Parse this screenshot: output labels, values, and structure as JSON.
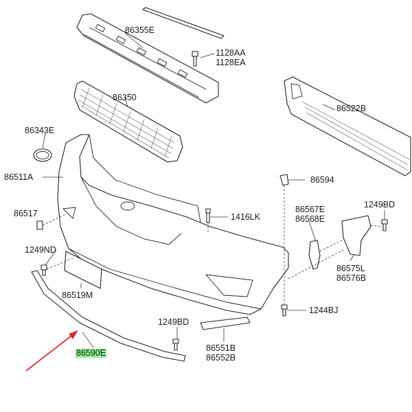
{
  "labels": {
    "p86355E": "86355E",
    "p1128AA": "1128AA",
    "p1128EA": "1128EA",
    "p86350": "86350",
    "p86343E": "86343E",
    "p86522B": "86522B",
    "p86511A": "86511A",
    "p86594": "86594",
    "p86517": "86517",
    "p1416LK": "1416LK",
    "p86567E": "86567E",
    "p86568E": "86568E",
    "p1249BD_right": "1249BD",
    "p1249ND": "1249ND",
    "p86575L": "86575L",
    "p86576B": "86576B",
    "p86519M": "86519M",
    "p1244BJ": "1244BJ",
    "p1249BD_bottom": "1249BD",
    "p86551B": "86551B",
    "p86552B": "86552B",
    "p86590E": "86590E"
  },
  "highlight": {
    "color": "#8ef08e",
    "part": "86590E"
  },
  "arrow": {
    "color": "#d9302a"
  }
}
